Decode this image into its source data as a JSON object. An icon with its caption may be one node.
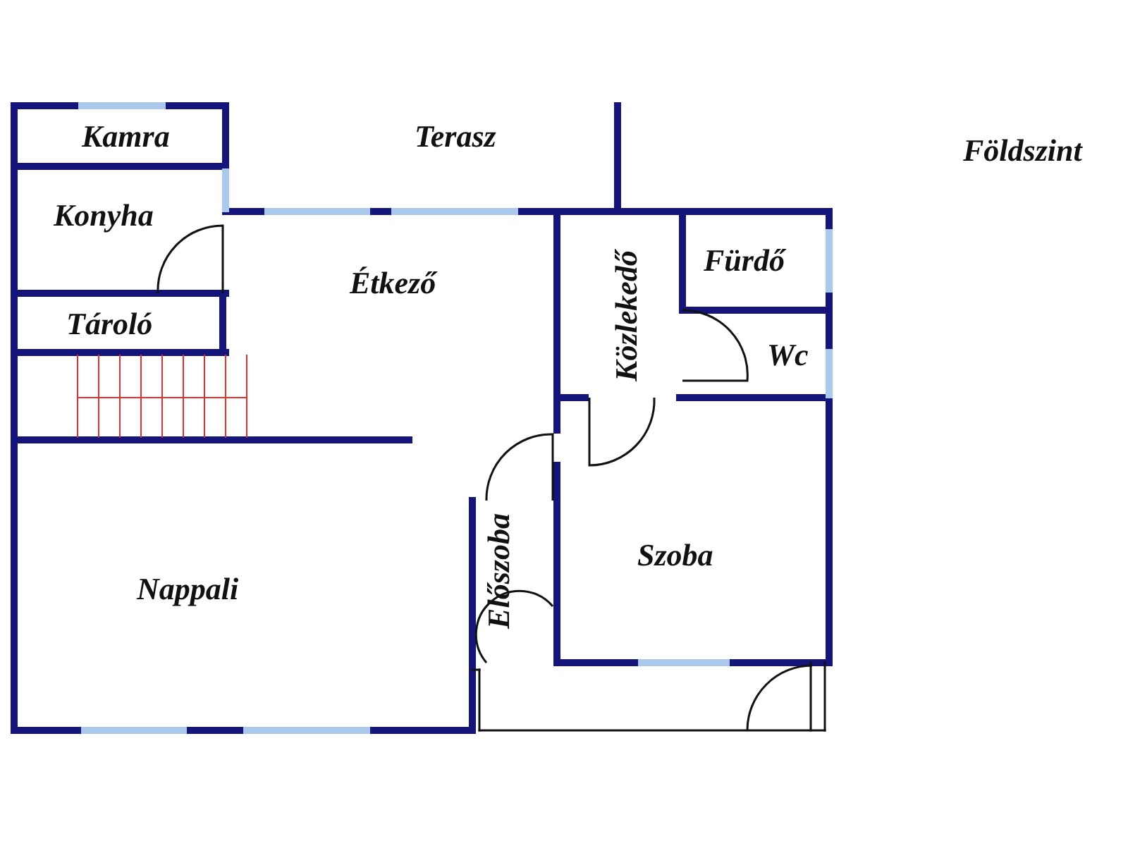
{
  "diagram": {
    "title": "Földszint",
    "nodes": [
      {
        "text": [
          "Kamra"
        ]
      },
      {
        "text": [
          "Konyha"
        ]
      },
      {
        "text": [
          "Étkező"
        ]
      },
      {
        "text": [
          "Közlekedő"
        ]
      },
      {
        "text": [
          "Fürdő"
        ]
      },
      {
        "text": [
          "Tároló"
        ]
      },
      {
        "text": [
          "Wc"
        ]
      },
      {
        "text": [
          "Szoba"
        ]
      },
      {
        "text": [
          "Nappali"
        ]
      },
      {
        "text": [
          "Előszoba"
        ]
      }
    ],
    "edges": [],
    "labels": [
      "Terasz"
    ]
  }
}
